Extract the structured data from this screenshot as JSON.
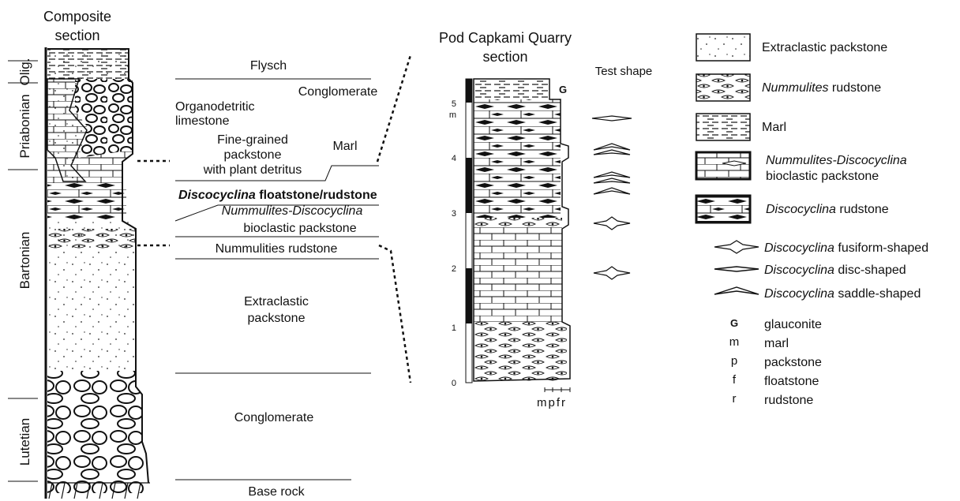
{
  "composite": {
    "title_line1": "Composite",
    "title_line2": "section",
    "ages": [
      "Olig.",
      "Priabonian",
      "Bartonian",
      "Lutetian"
    ]
  },
  "facies": {
    "flysch": "Flysch",
    "conglomerate_upper": "Conglomerate",
    "organodetritic_line1": "Organodetritic",
    "organodetritic_line2": "limestone",
    "finegrained_line1": "Fine-grained",
    "finegrained_line2": "packstone",
    "finegrained_line3": "with plant detritus",
    "marl": "Marl",
    "disco_float_italic": "Discocyclina",
    "disco_float_rest": " floatstone/rudstone",
    "numdisc_line1": "Nummulites-Discocyclina",
    "numdisc_line2": "bioclastic packstone",
    "numm_rudstone": "Nummulities rudstone",
    "extraclastic_line1": "Extraclastic",
    "extraclastic_line2": "packstone",
    "conglomerate_lower": "Conglomerate",
    "base_rock": "Base rock"
  },
  "quarry": {
    "title_line1": "Pod Capkami Quarry",
    "title_line2": "section",
    "test_shape": "Test shape",
    "glauconite_mark": "G",
    "scale_ticks": [
      "0",
      "1",
      "2",
      "3",
      "4",
      "5"
    ],
    "scale_unit": "m",
    "texture_axis": "mpfr"
  },
  "legend": {
    "extraclastic": "Extraclastic packstone",
    "nummulites_italic": "Nummulites",
    "nummulites_rest": " rudstone",
    "marl": "Marl",
    "numdisc_italic": "Nummulites-Discocyclina",
    "numdisc_rest": "bioclastic packstone",
    "disco_rud_italic": "Discocyclina",
    "disco_rud_rest": " rudstone",
    "fusiform_italic": "Discocyclina",
    "fusiform_rest": " fusiform-shaped",
    "disc_italic": "Discocyclina",
    "disc_rest": " disc-shaped",
    "saddle_italic": "Discocyclina",
    "saddle_rest": " saddle-shaped",
    "abbrev": [
      {
        "sym": "G",
        "desc": "glauconite"
      },
      {
        "sym": "m",
        "desc": "marl"
      },
      {
        "sym": "p",
        "desc": "packstone"
      },
      {
        "sym": "f",
        "desc": "floatstone"
      },
      {
        "sym": "r",
        "desc": "rudstone"
      }
    ]
  }
}
